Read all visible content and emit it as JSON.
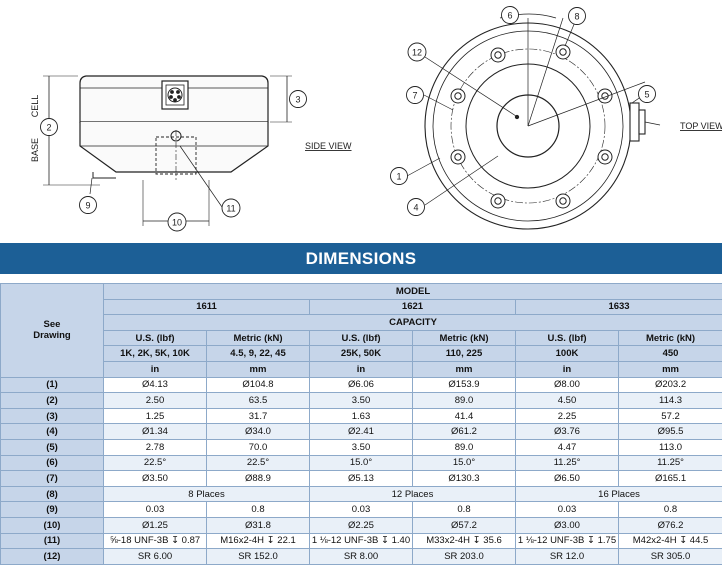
{
  "drawing": {
    "callouts": [
      "1",
      "2",
      "3",
      "4",
      "5",
      "6",
      "7",
      "8",
      "9",
      "10",
      "11",
      "12"
    ],
    "cell_label": "CELL",
    "base_label": "BASE",
    "side_view_label": "SIDE VIEW",
    "top_view_label": "TOP VIEW"
  },
  "banner": {
    "title": "DIMENSIONS"
  },
  "table": {
    "see_drawing": [
      "See",
      "Drawing"
    ],
    "model_label": "MODEL",
    "models": [
      "1611",
      "1621",
      "1633"
    ],
    "capacity_label": "CAPACITY",
    "unit_headers": [
      "U.S. (lbf)",
      "Metric (kN)",
      "U.S. (lbf)",
      "Metric (kN)",
      "U.S. (lbf)",
      "Metric (kN)"
    ],
    "capacities": [
      "1K, 2K, 5K, 10K",
      "4.5, 9, 22, 45",
      "25K, 50K",
      "110, 225",
      "100K",
      "450"
    ],
    "units": [
      "in",
      "mm",
      "in",
      "mm",
      "in",
      "mm"
    ],
    "rows": [
      {
        "label": "(1)",
        "values": [
          "Ø4.13",
          "Ø104.8",
          "Ø6.06",
          "Ø153.9",
          "Ø8.00",
          "Ø203.2"
        ]
      },
      {
        "label": "(2)",
        "values": [
          "2.50",
          "63.5",
          "3.50",
          "89.0",
          "4.50",
          "114.3"
        ]
      },
      {
        "label": "(3)",
        "values": [
          "1.25",
          "31.7",
          "1.63",
          "41.4",
          "2.25",
          "57.2"
        ]
      },
      {
        "label": "(4)",
        "values": [
          "Ø1.34",
          "Ø34.0",
          "Ø2.41",
          "Ø61.2",
          "Ø3.76",
          "Ø95.5"
        ]
      },
      {
        "label": "(5)",
        "values": [
          "2.78",
          "70.0",
          "3.50",
          "89.0",
          "4.47",
          "113.0"
        ]
      },
      {
        "label": "(6)",
        "values": [
          "22.5°",
          "22.5°",
          "15.0°",
          "15.0°",
          "11.25°",
          "11.25°"
        ]
      },
      {
        "label": "(7)",
        "values": [
          "Ø3.50",
          "Ø88.9",
          "Ø5.13",
          "Ø130.3",
          "Ø6.50",
          "Ø165.1"
        ]
      },
      {
        "label": "(8)",
        "values": [
          "8 Places",
          "12 Places",
          "16 Places"
        ]
      },
      {
        "label": "(9)",
        "values": [
          "0.03",
          "0.8",
          "0.03",
          "0.8",
          "0.03",
          "0.8"
        ]
      },
      {
        "label": "(10)",
        "values": [
          "Ø1.25",
          "Ø31.8",
          "Ø2.25",
          "Ø57.2",
          "Ø3.00",
          "Ø76.2"
        ]
      },
      {
        "label": "(11)",
        "values": [
          "⅝-18 UNF-3B ↧ 0.87",
          "M16x2-4H ↧ 22.1",
          "1 ⅛-12 UNF-3B ↧ 1.40",
          "M33x2-4H ↧ 35.6",
          "1 ⅛-12 UNF-3B ↧ 1.75",
          "M42x2-4H ↧ 44.5"
        ]
      },
      {
        "label": "(12)",
        "values": [
          "SR 6.00",
          "SR 152.0",
          "SR 8.00",
          "SR 203.0",
          "SR 12.0",
          "SR 305.0"
        ]
      }
    ]
  }
}
